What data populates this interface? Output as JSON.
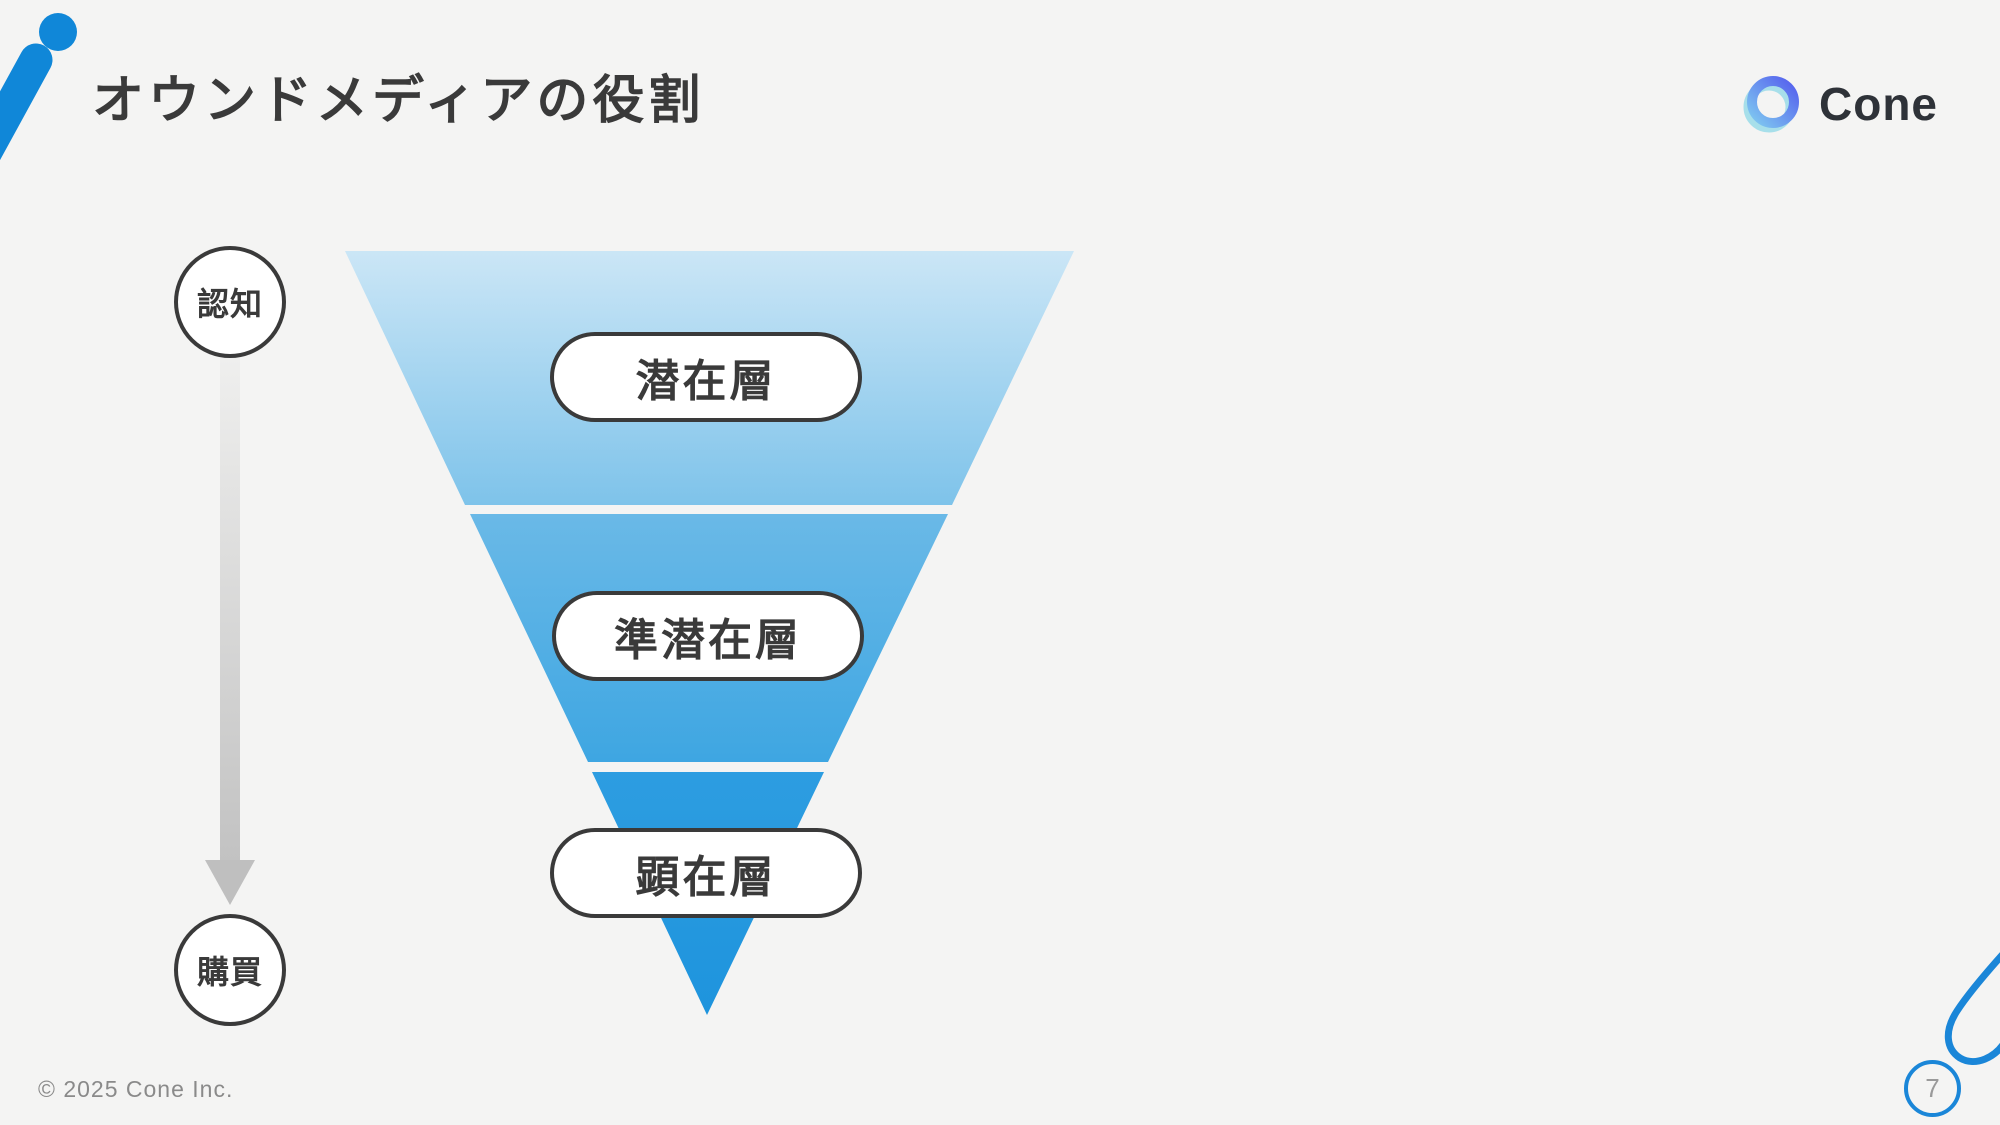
{
  "slide": {
    "title": "オウンドメディアの役割",
    "copyright": "© 2025 Cone Inc.",
    "page_number": "7"
  },
  "brand": {
    "name": "Cone"
  },
  "funnel": {
    "stages": [
      {
        "label": "潜在層"
      },
      {
        "label": "準潜在層"
      },
      {
        "label": "顕在層"
      }
    ]
  },
  "journey_axis": {
    "start_label": "認知",
    "end_label": "購買"
  },
  "colors": {
    "accent_blue": "#1087d8",
    "funnel_top_light": "#c9e5f6",
    "funnel_mid": "#3ca5e1",
    "funnel_bottom": "#1e94dd",
    "text_dark": "#3a3a3a",
    "text_gray": "#8a8a8a",
    "arrow_gray": "#bfbfbf"
  }
}
